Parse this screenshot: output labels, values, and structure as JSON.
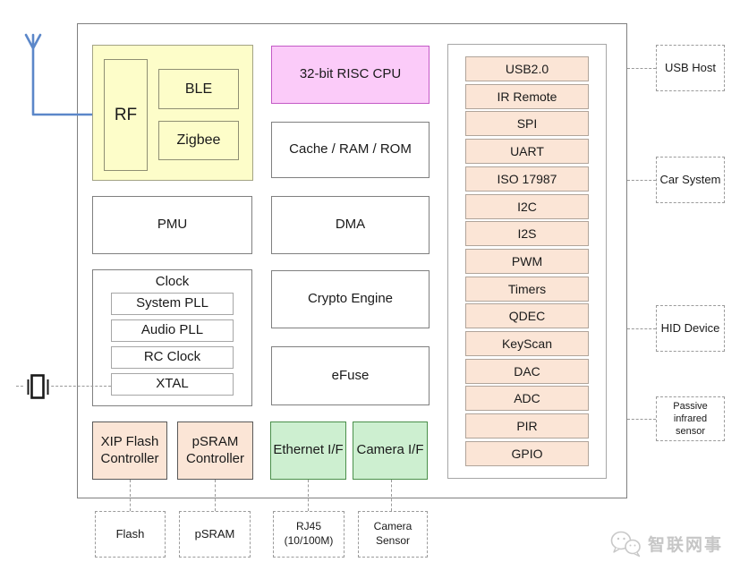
{
  "wireless": {
    "rf": "RF",
    "ble": "BLE",
    "zigbee": "Zigbee"
  },
  "cpu_label": "32-bit RISC CPU",
  "cache_label": "Cache / RAM / ROM",
  "pmu_label": "PMU",
  "dma_label": "DMA",
  "clock": {
    "title": "Clock",
    "items": [
      "System PLL",
      "Audio PLL",
      "RC Clock",
      "XTAL"
    ]
  },
  "crypto_label": "Crypto Engine",
  "efuse_label": "eFuse",
  "controllers": {
    "xip": "XIP Flash Controller",
    "psram": "pSRAM Controller",
    "ethernet": "Ethernet I/F",
    "camera": "Camera I/F"
  },
  "peripherals": [
    "USB2.0",
    "IR Remote",
    "SPI",
    "UART",
    "ISO 17987",
    "I2C",
    "I2S",
    "PWM",
    "Timers",
    "QDEC",
    "KeyScan",
    "DAC",
    "ADC",
    "PIR",
    "GPIO"
  ],
  "external_right": [
    "USB Host",
    "Car System",
    "HID Device",
    "Passive infrared sensor"
  ],
  "external_bottom": [
    "Flash",
    "pSRAM",
    "RJ45 (10/100M)",
    "Camera Sensor"
  ],
  "watermark": "智联网事",
  "colors": {
    "wireless_fill": "#fdfdc9",
    "cpu_fill": "#fbcbf9",
    "cpu_border": "#c35ac6",
    "peripheral_fill": "#fbe5d6",
    "interface_fill": "#cdefd0",
    "interface_border": "#4a8f4a",
    "antenna_blue": "#5b87c9",
    "box_border": "#808080"
  }
}
